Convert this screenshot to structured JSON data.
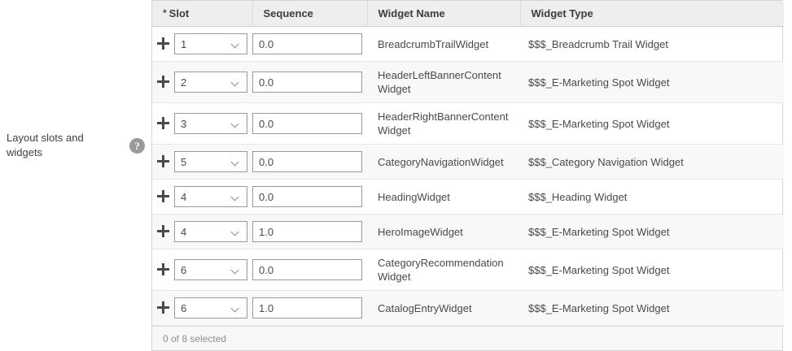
{
  "field": {
    "label": "Layout slots and widgets",
    "help_icon": "help-circle-icon",
    "help_glyph": "?"
  },
  "table": {
    "required_marker": "*",
    "columns": [
      {
        "key": "slot",
        "label": "Slot",
        "required": true
      },
      {
        "key": "sequence",
        "label": "Sequence",
        "required": false
      },
      {
        "key": "widget_name",
        "label": "Widget Name",
        "required": false
      },
      {
        "key": "widget_type",
        "label": "Widget Type",
        "required": false
      }
    ],
    "expand_icon": "plus-icon",
    "dropdown_icon": "chevron-down-icon",
    "rows": [
      {
        "slot": "1",
        "sequence": "0.0",
        "widget_name": "BreadcrumbTrailWidget",
        "widget_type": "$$$_Breadcrumb Trail Widget"
      },
      {
        "slot": "2",
        "sequence": "0.0",
        "widget_name": "HeaderLeftBannerContent Widget",
        "widget_type": "$$$_E-Marketing Spot Widget"
      },
      {
        "slot": "3",
        "sequence": "0.0",
        "widget_name": "HeaderRightBannerContent Widget",
        "widget_type": "$$$_E-Marketing Spot Widget"
      },
      {
        "slot": "5",
        "sequence": "0.0",
        "widget_name": "CategoryNavigationWidget",
        "widget_type": "$$$_Category Navigation Widget"
      },
      {
        "slot": "4",
        "sequence": "0.0",
        "widget_name": "HeadingWidget",
        "widget_type": "$$$_Heading Widget"
      },
      {
        "slot": "4",
        "sequence": "1.0",
        "widget_name": "HeroImageWidget",
        "widget_type": "$$$_E-Marketing Spot Widget"
      },
      {
        "slot": "6",
        "sequence": "0.0",
        "widget_name": "CategoryRecommendation Widget",
        "widget_type": "$$$_E-Marketing Spot Widget"
      },
      {
        "slot": "6",
        "sequence": "1.0",
        "widget_name": "CatalogEntryWidget",
        "widget_type": "$$$_E-Marketing Spot Widget"
      }
    ],
    "footer_status": "0 of 8 selected"
  },
  "colors": {
    "header_bg": "#eeeeee",
    "alt_row_bg": "#f8f8f8",
    "border": "#d5d5d5",
    "text": "#4a4a4a",
    "muted_text": "#8e8e8e",
    "help_icon_bg": "#9a9a9a"
  }
}
